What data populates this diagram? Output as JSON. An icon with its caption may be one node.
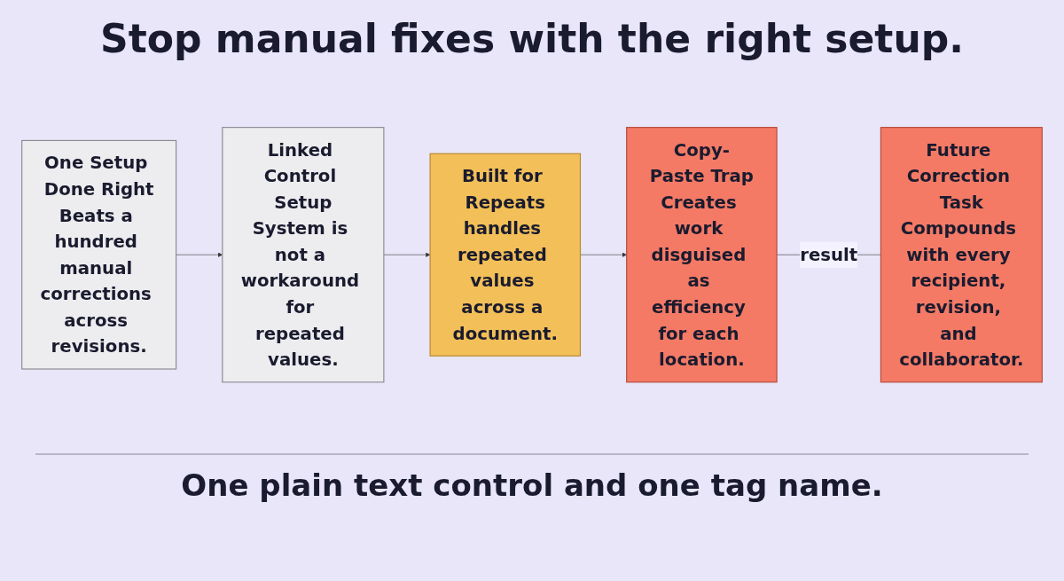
{
  "diagram": {
    "title": "Stop manual fixes with the right setup.",
    "nodes": [
      {
        "text": [
          "One Setup Done Right",
          "Beats a hundred manual corrections across revisions."
        ]
      },
      {
        "text": [
          "Linked Control Setup",
          "System is not a workaround for repeated values."
        ]
      },
      {
        "text": [
          "Built for Repeats",
          "handles repeated values across a document."
        ]
      },
      {
        "text": [
          "Copy-Paste Trap",
          "Creates work disguised as efficiency for each location."
        ]
      },
      {
        "text": [
          "Future Correction Task",
          "Compounds with every recipient, revision, and collaborator."
        ]
      }
    ],
    "edges": [
      {
        "from": 0,
        "to": 1,
        "arrow": "to"
      },
      {
        "from": 1,
        "to": 2,
        "arrow": "to"
      },
      {
        "from": 2,
        "to": 3,
        "arrow": "to"
      },
      {
        "from": 3,
        "to": 4,
        "arrow": "none",
        "label": "result"
      }
    ],
    "caption": "One plain text control and one tag name."
  }
}
